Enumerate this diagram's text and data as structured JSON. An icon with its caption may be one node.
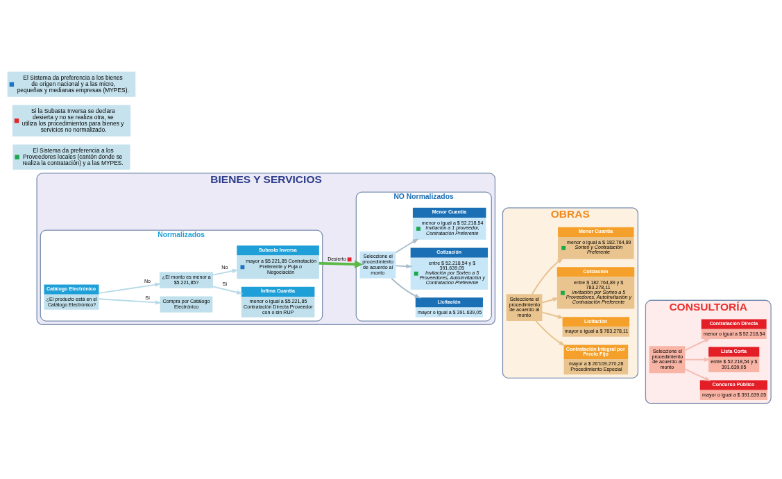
{
  "diagram": {
    "nodes": [
      {
        "text": [
          "BIENES Y SERVICIOS"
        ]
      },
      {
        "text": [
          "Normalizados"
        ],
        "in": 0
      },
      {
        "text": [
          "Catálogo Electrónico",
          "¿El producto está en el Catálogo Electrónico?"
        ],
        "in": 1
      },
      {
        "text": [
          "Compra por Catálogo Electrónico"
        ],
        "in": 1
      },
      {
        "text": [
          "¿El monto es menor a $5.221,85?"
        ],
        "in": 1
      },
      {
        "text": [
          "Ínfima Cuantia",
          "menor o igual a $5.221,85 Contratación Directa Proveedor con o sin RUP"
        ],
        "in": 1
      },
      {
        "text": [
          "Subasta Inversa",
          "mayor a $5.221,85 Contratación Preferente y Puja o Negociación"
        ],
        "in": 1
      },
      {
        "text": [
          "NO Normalizados"
        ],
        "in": 0
      },
      {
        "text": [
          "Seleccione el procedimiento de acuerdo al monto"
        ],
        "in": 7
      },
      {
        "text": [
          "Menor Cuantia",
          "menor o igual a $ 52.218,54",
          "Invitación a 1 proveedor, Contratación Preferente"
        ],
        "in": 7
      },
      {
        "text": [
          "Cotización",
          "entre $ 52.218,54 y $ 391.639,05",
          "Invitación por Sorteo a 5 Proveedores, AutoInvitación y Contratación Preferente"
        ],
        "in": 7
      },
      {
        "text": [
          "Licitación",
          "mayor o igual a $ 391.639,05"
        ],
        "in": 7
      },
      {
        "text": [
          "OBRAS"
        ]
      },
      {
        "text": [
          "Seleccione el procedimiento de acuerdo al monto"
        ],
        "in": 12
      },
      {
        "text": [
          "Menor Cuantía",
          "menor o igual a $ 182.764,89",
          "Sorteo y Contratación Preferente"
        ],
        "in": 12
      },
      {
        "text": [
          "Cotización",
          "entre $ 182.764,89 y $ 783.278,11",
          "Invitación por Sorteo a 5 Proveedores, AutoInvitación y Contratación Preferente"
        ],
        "in": 12
      },
      {
        "text": [
          "Licitación",
          "mayor o igual a $ 783.278,11"
        ],
        "in": 12
      },
      {
        "text": [
          "Contratación Integral por Precio Fijo",
          "mayor a $ 26'109.270,28",
          "Procedimiento Especial"
        ],
        "in": 12
      },
      {
        "text": [
          "CONSULTORÍA"
        ]
      },
      {
        "text": [
          "Seleccione el procedimiento de acuerdo al monto"
        ],
        "in": 18
      },
      {
        "text": [
          "Contratación Directa",
          "menor o igual a $ 52.218,54"
        ],
        "in": 18
      },
      {
        "text": [
          "Lista Corta",
          "entre $ 52.218,54 y $ 391.639,05"
        ],
        "in": 18
      },
      {
        "text": [
          "Concurso Público",
          "mayor o igual a $ 391.639,05"
        ],
        "in": 18
      }
    ],
    "edges": [
      {
        "from": 2,
        "to": 3,
        "arrow": "to",
        "label": "Sí"
      },
      {
        "from": 2,
        "to": 4,
        "arrow": "to",
        "label": "No"
      },
      {
        "from": 4,
        "to": 5,
        "arrow": "to",
        "label": "Sí"
      },
      {
        "from": 4,
        "to": 6,
        "arrow": "to",
        "label": "No"
      },
      {
        "from": 6,
        "to": 8,
        "arrow": "to",
        "label": "Desierto",
        "style": "thick",
        "color": "#5cb947"
      },
      {
        "from": 8,
        "to": 9,
        "arrow": "to",
        "color": "#a9bccb"
      },
      {
        "from": 8,
        "to": 10,
        "arrow": "to",
        "color": "#a9bccb"
      },
      {
        "from": 8,
        "to": 11,
        "arrow": "to",
        "color": "#a9bccb"
      },
      {
        "from": 13,
        "to": 14,
        "arrow": "to",
        "color": "#e8c28e"
      },
      {
        "from": 13,
        "to": 15,
        "arrow": "to",
        "color": "#e8c28e"
      },
      {
        "from": 13,
        "to": 16,
        "arrow": "to",
        "color": "#e8c28e"
      },
      {
        "from": 13,
        "to": 17,
        "arrow": "to",
        "color": "#e8c28e"
      },
      {
        "from": 19,
        "to": 20,
        "arrow": "to",
        "color": "#f5b9b3"
      },
      {
        "from": 19,
        "to": 21,
        "arrow": "to",
        "color": "#f5b9b3"
      },
      {
        "from": 19,
        "to": 22,
        "arrow": "to",
        "color": "#f5b9b3"
      }
    ],
    "legend": [
      {
        "text": "El Sistema da preferencia a los bienes de origen nacional y a las micro, pequeñas y medianas empresas (MYPES).",
        "color": "#1e73c8"
      },
      {
        "text": "Si la Subasta Inversa se declara desierta y no se realiza otra, se utiliza los procedimientos para bienes y servicios no normalizado.",
        "color": "#e3262a"
      },
      {
        "text": "El Sistema da preferencia a los Proveedores locales (cantón donde se realiza la contratación) y a las MYPES.",
        "color": "#1aa84a"
      }
    ]
  }
}
